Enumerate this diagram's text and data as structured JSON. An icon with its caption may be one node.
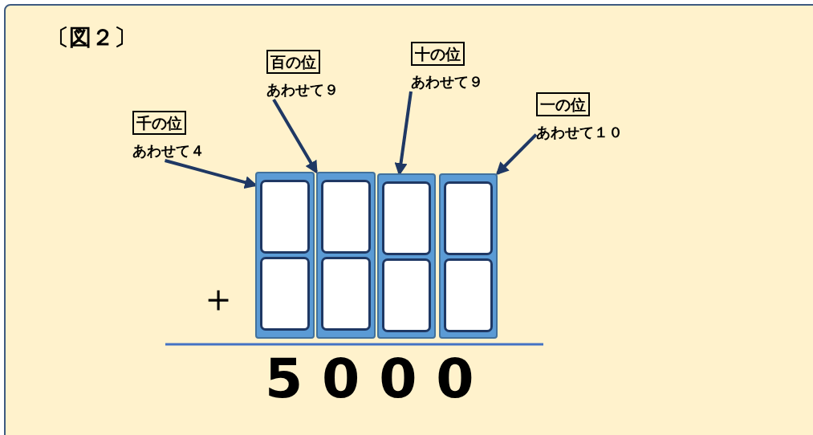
{
  "diagram": {
    "nodes": [
      {
        "text": [
          "千の位",
          "あわせて４"
        ]
      },
      {
        "text": [
          "百の位",
          "あわせて９"
        ]
      },
      {
        "text": [
          "十の位",
          "あわせて９"
        ]
      },
      {
        "text": [
          "一の位",
          "あわせて１０"
        ]
      },
      {
        "text": [],
        "shape": "bar"
      },
      {
        "text": [],
        "shape": "bar"
      },
      {
        "text": [],
        "shape": "bar"
      },
      {
        "text": [],
        "shape": "bar"
      },
      {
        "text": [],
        "shape": "box",
        "in": 4
      },
      {
        "text": [],
        "shape": "box",
        "in": 4
      },
      {
        "text": [],
        "shape": "box",
        "in": 5
      },
      {
        "text": [],
        "shape": "box",
        "in": 5
      },
      {
        "text": [],
        "shape": "box",
        "in": 6
      },
      {
        "text": [],
        "shape": "box",
        "in": 6
      },
      {
        "text": [],
        "shape": "box",
        "in": 7
      },
      {
        "text": [],
        "shape": "box",
        "in": 7
      }
    ],
    "edges": [
      {
        "from": 0,
        "to": 4,
        "arrow": "to"
      },
      {
        "from": 1,
        "to": 5,
        "arrow": "to"
      },
      {
        "from": 2,
        "to": 6,
        "arrow": "to"
      },
      {
        "from": 3,
        "to": 7,
        "arrow": "to"
      }
    ],
    "labels": [
      "〔図２〕",
      "＋",
      "5000"
    ]
  }
}
